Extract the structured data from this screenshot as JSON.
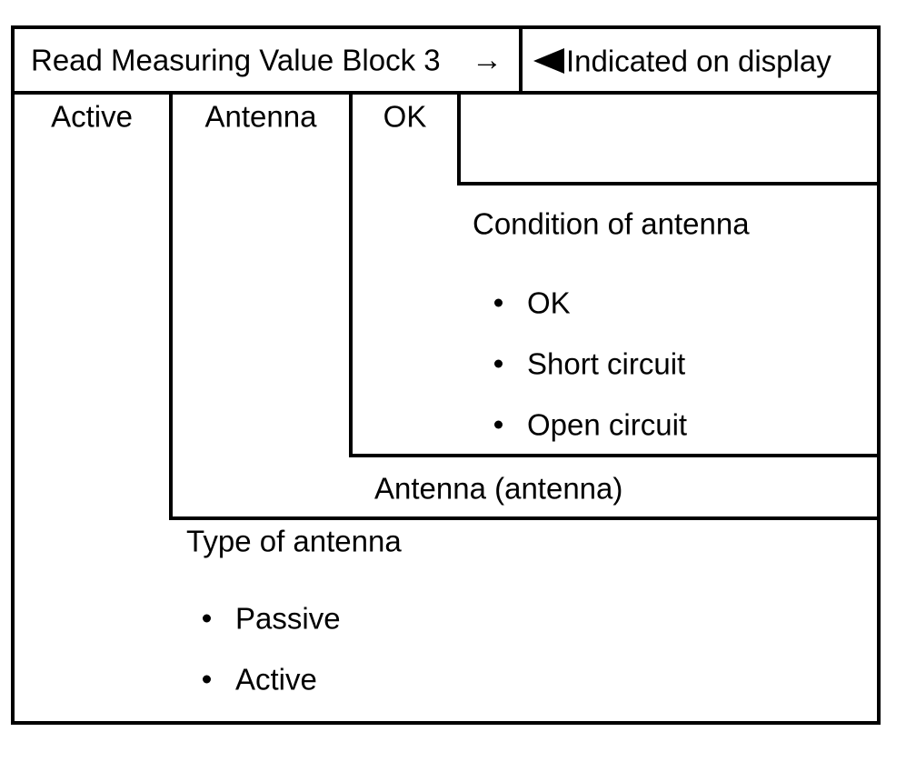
{
  "figure": {
    "header": {
      "title": "Read Measuring Value Block 3",
      "arrow_label": "→",
      "indicator_marker": "left-pointing-triangle",
      "indicator_note": "Indicated on display"
    },
    "display_row": {
      "field_1": "Active",
      "field_2": "Antenna",
      "field_3": "OK",
      "field_4": ""
    },
    "callouts": {
      "condition": {
        "title": "Condition of antenna",
        "items": [
          "OK",
          "Short circuit",
          "Open circuit"
        ]
      },
      "antenna": {
        "title": "Antenna (antenna)",
        "items": []
      },
      "type": {
        "title": "Type of antenna",
        "items": [
          "Passive",
          "Active"
        ]
      }
    },
    "colors": {
      "line": "#000000",
      "background": "#ffffff",
      "text": "#000000"
    }
  }
}
